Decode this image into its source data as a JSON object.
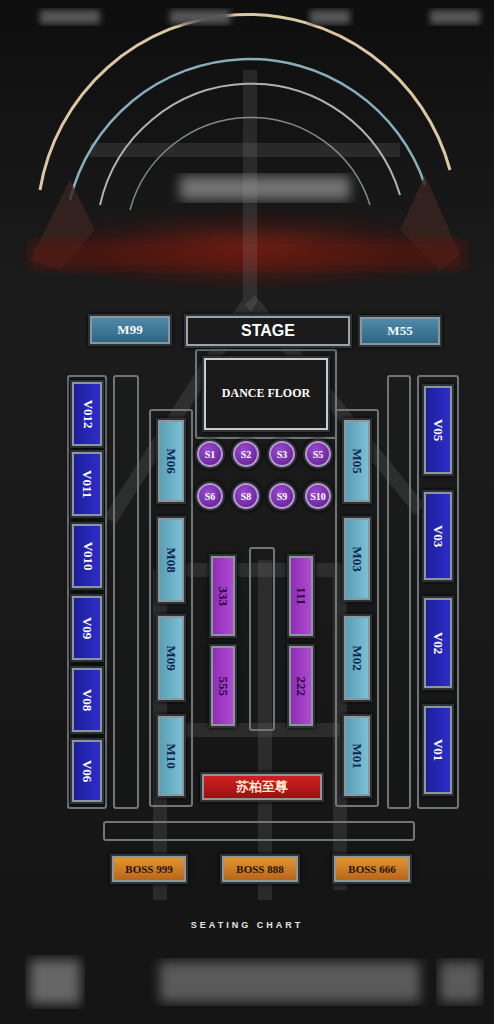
{
  "diagram": {
    "nodes": [
      {
        "text": [
          "M99"
        ]
      },
      {
        "text": [
          "STAGE"
        ]
      },
      {
        "text": [
          "M55"
        ]
      },
      {
        "text": [
          "DANCE FLOOR"
        ]
      },
      {
        "text": [
          "S1"
        ]
      },
      {
        "text": [
          "S2"
        ]
      },
      {
        "text": [
          "S3"
        ]
      },
      {
        "text": [
          "S5"
        ]
      },
      {
        "text": [
          "S6"
        ]
      },
      {
        "text": [
          "S8"
        ]
      },
      {
        "text": [
          "S9"
        ]
      },
      {
        "text": [
          "S10"
        ]
      },
      {
        "text": [
          "V012"
        ]
      },
      {
        "text": [
          "V011"
        ]
      },
      {
        "text": [
          "V010"
        ]
      },
      {
        "text": [
          "V09"
        ]
      },
      {
        "text": [
          "V08"
        ]
      },
      {
        "text": [
          "V06"
        ]
      },
      {
        "text": [
          "M06"
        ]
      },
      {
        "text": [
          "M08"
        ]
      },
      {
        "text": [
          "M09"
        ]
      },
      {
        "text": [
          "M10"
        ]
      },
      {
        "text": [
          "333"
        ]
      },
      {
        "text": [
          "555"
        ]
      },
      {
        "text": [
          "111"
        ]
      },
      {
        "text": [
          "222"
        ]
      },
      {
        "text": [
          "M05"
        ]
      },
      {
        "text": [
          "M03"
        ]
      },
      {
        "text": [
          "M02"
        ]
      },
      {
        "text": [
          "M01"
        ]
      },
      {
        "text": [
          "V05"
        ]
      },
      {
        "text": [
          "V03"
        ]
      },
      {
        "text": [
          "V02"
        ]
      },
      {
        "text": [
          "V01"
        ]
      },
      {
        "text": [
          "苏柏至尊"
        ]
      },
      {
        "text": [
          "BOSS 999"
        ]
      },
      {
        "text": [
          "BOSS 888"
        ]
      },
      {
        "text": [
          "BOSS 666"
        ]
      }
    ],
    "labels": [
      "SEATING CHART"
    ]
  }
}
